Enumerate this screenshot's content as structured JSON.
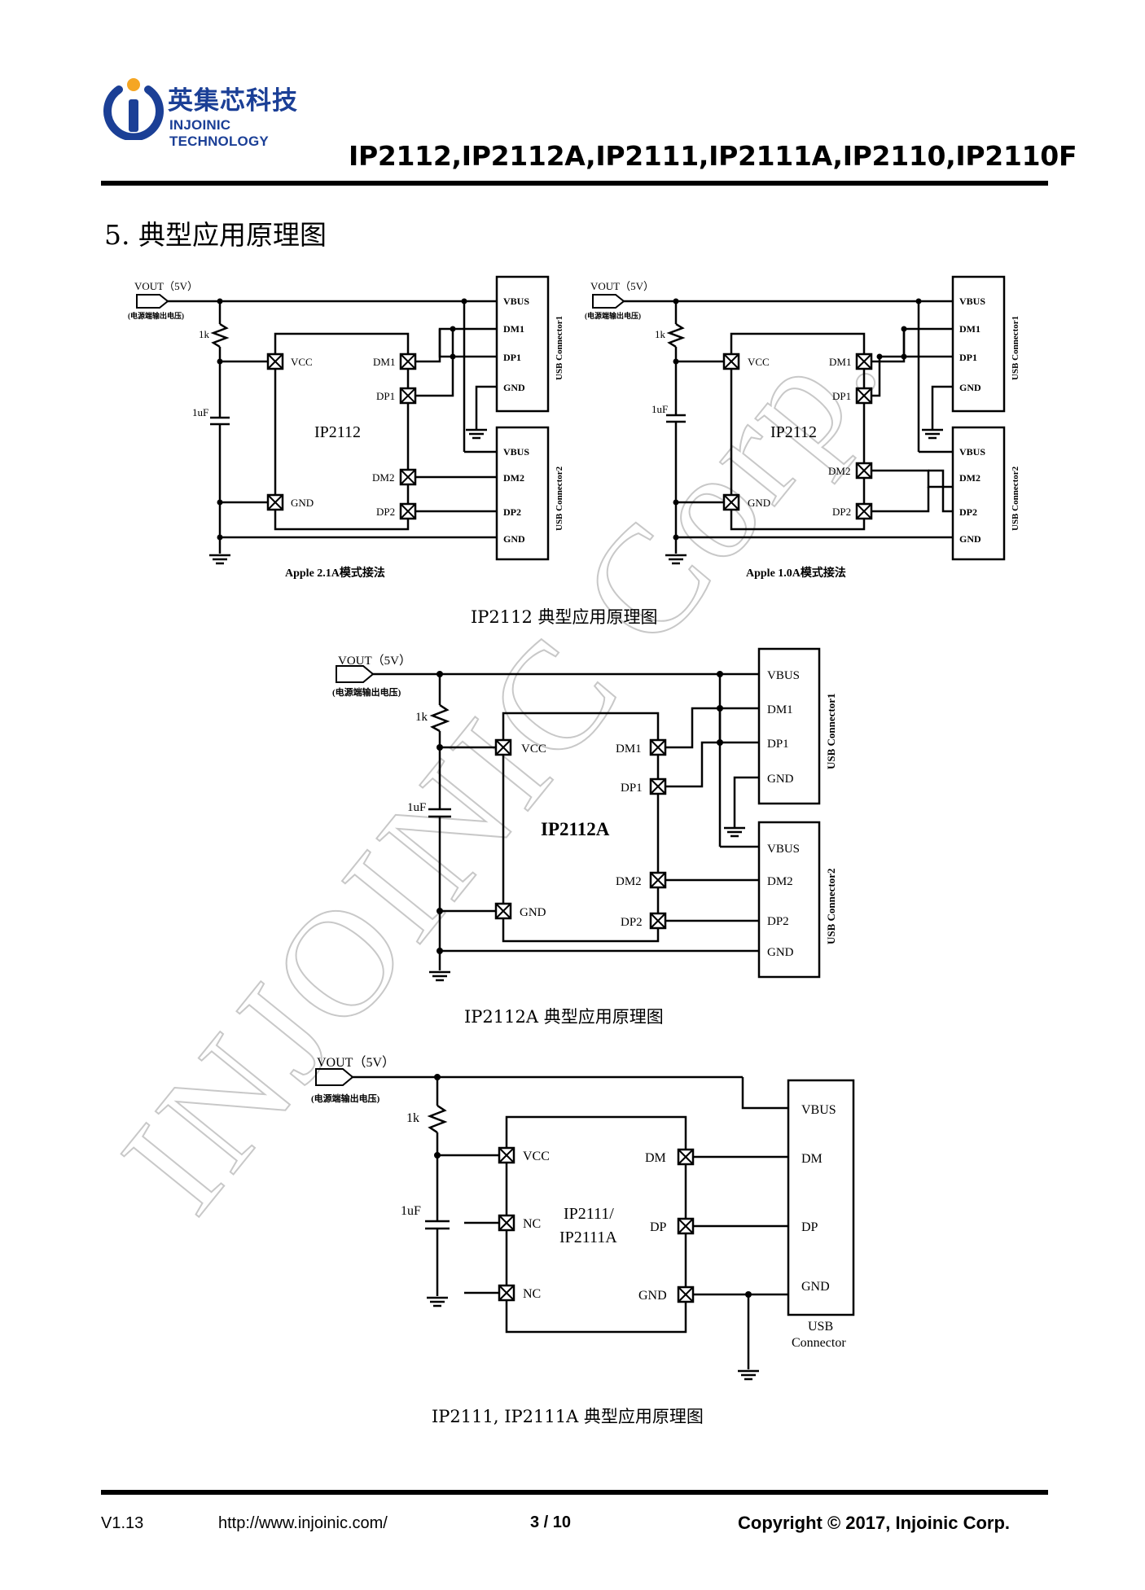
{
  "logo": {
    "cn_text": "英集芯科技",
    "en_text": "INJOINIC TECHNOLOGY",
    "brand_color": "#1b3f96",
    "accent_color": "#f5a623"
  },
  "header": {
    "part_numbers": "IP2112,IP2112A,IP2111,IP2111A,IP2110,IP2110F"
  },
  "section": {
    "title": "5. 典型应用原理图"
  },
  "diagram1": {
    "left": {
      "vout_label": "VOUT（5V）",
      "vout_note": "(电源端输出电压)",
      "resistor_label": "1k",
      "cap_label": "1uF",
      "chip_label": "IP2112",
      "pins": {
        "vcc": "VCC",
        "gnd": "GND",
        "dm1": "DM1",
        "dp1": "DP1",
        "dm2": "DM2",
        "dp2": "DP2"
      },
      "conn1": {
        "vbus": "VBUS",
        "dm": "DM1",
        "dp": "DP1",
        "gnd": "GND",
        "name": "USB Connector1"
      },
      "conn2": {
        "vbus": "VBUS",
        "dm": "DM2",
        "dp": "DP2",
        "gnd": "GND",
        "name": "USB Connector2"
      },
      "mode_label": "Apple 2.1A模式接法"
    },
    "right": {
      "vout_label": "VOUT（5V）",
      "vout_note": "(电源端输出电压)",
      "resistor_label": "1k",
      "cap_label": "1uF",
      "chip_label": "IP2112",
      "pins": {
        "vcc": "VCC",
        "gnd": "GND",
        "dm1": "DM1",
        "dp1": "DP1",
        "dm2": "DM2",
        "dp2": "DP2"
      },
      "conn1": {
        "vbus": "VBUS",
        "dm": "DM1",
        "dp": "DP1",
        "gnd": "GND",
        "name": "USB Connector1"
      },
      "conn2": {
        "vbus": "VBUS",
        "dm": "DM2",
        "dp": "DP2",
        "gnd": "GND",
        "name": "USB Connector2"
      },
      "mode_label": "Apple 1.0A模式接法"
    },
    "caption": "IP2112 典型应用原理图"
  },
  "diagram2": {
    "vout_label": "VOUT（5V）",
    "vout_note": "(电源端输出电压)",
    "resistor_label": "1k",
    "cap_label": "1uF",
    "chip_label": "IP2112A",
    "pins": {
      "vcc": "VCC",
      "gnd": "GND",
      "dm1": "DM1",
      "dp1": "DP1",
      "dm2": "DM2",
      "dp2": "DP2"
    },
    "conn1": {
      "vbus": "VBUS",
      "dm": "DM1",
      "dp": "DP1",
      "gnd": "GND",
      "name": "USB Connector1"
    },
    "conn2": {
      "vbus": "VBUS",
      "dm": "DM2",
      "dp": "DP2",
      "gnd": "GND",
      "name": "USB Connector2"
    },
    "caption": "IP2112A 典型应用原理图"
  },
  "diagram3": {
    "vout_label": "VOUT（5V）",
    "vout_note": "(电源端输出电压)",
    "resistor_label": "1k",
    "cap_label": "1uF",
    "chip_line1": "IP2111/",
    "chip_line2": "IP2111A",
    "pins": {
      "vcc": "VCC",
      "nc1": "NC",
      "nc2": "NC",
      "dm": "DM",
      "dp": "DP",
      "gnd": "GND"
    },
    "conn": {
      "vbus": "VBUS",
      "dm": "DM",
      "dp": "DP",
      "gnd": "GND",
      "name_line1": "USB",
      "name_line2": "Connector"
    },
    "caption": "IP2111, IP2111A 典型应用原理图"
  },
  "watermark": "INJOINIC Corp.",
  "footer": {
    "version": "V1.13",
    "url": "http://www.injoinic.com/",
    "page": "3 / 10",
    "copyright": "Copyright © 2017, Injoinic Corp."
  }
}
